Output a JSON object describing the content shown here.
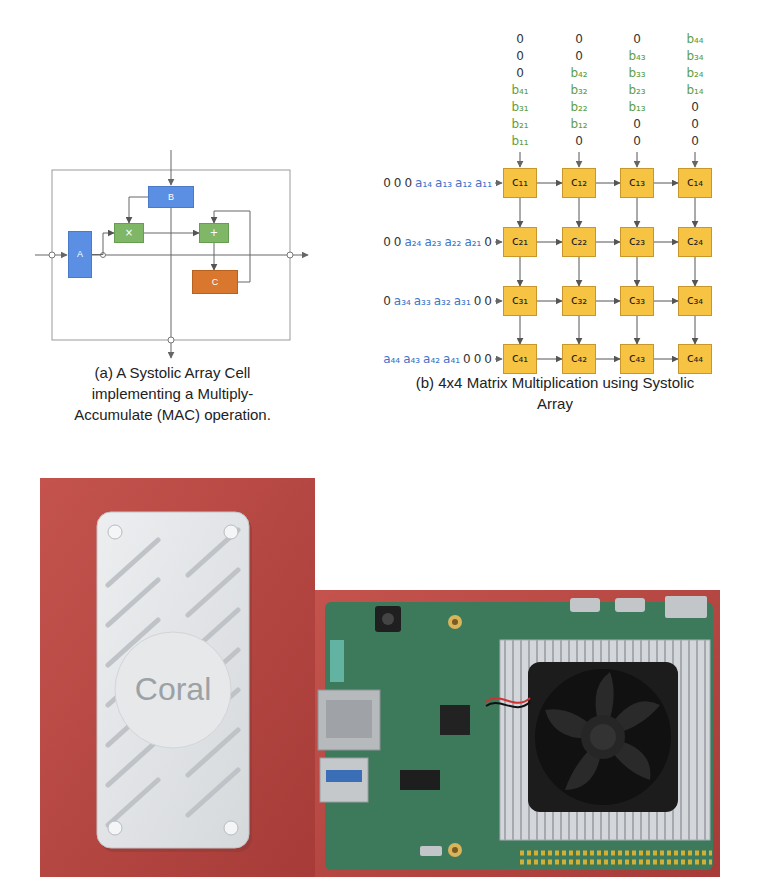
{
  "diagram": {
    "nodes": [
      {
        "text": [
          "A"
        ]
      },
      {
        "text": [
          "B"
        ]
      },
      {
        "text": [
          "×"
        ]
      },
      {
        "text": [
          "+"
        ]
      },
      {
        "text": [
          "C"
        ]
      },
      {
        "text": [
          "c₁₁"
        ]
      },
      {
        "text": [
          "c₁₂"
        ]
      },
      {
        "text": [
          "c₁₃"
        ]
      },
      {
        "text": [
          "c₁₄"
        ]
      },
      {
        "text": [
          "c₂₁"
        ]
      },
      {
        "text": [
          "c₂₂"
        ]
      },
      {
        "text": [
          "c₂₃"
        ]
      },
      {
        "text": [
          "c₂₄"
        ]
      },
      {
        "text": [
          "c₃₁"
        ]
      },
      {
        "text": [
          "c₃₂"
        ]
      },
      {
        "text": [
          "c₃₃"
        ]
      },
      {
        "text": [
          "c₃₄"
        ]
      },
      {
        "text": [
          "c₄₁"
        ]
      },
      {
        "text": [
          "c₄₂"
        ]
      },
      {
        "text": [
          "c₄₃"
        ]
      },
      {
        "text": [
          "c₄₄"
        ]
      }
    ],
    "edges": [
      {
        "from": 0,
        "to": 2,
        "arrow": "to"
      },
      {
        "from": 1,
        "to": 2,
        "arrow": "to"
      },
      {
        "from": 2,
        "to": 3,
        "arrow": "to"
      },
      {
        "from": 3,
        "to": 4,
        "arrow": "to"
      },
      {
        "from": 4,
        "to": 3,
        "arrow": "to"
      },
      {
        "from": 5,
        "to": 6,
        "arrow": "to"
      },
      {
        "from": 6,
        "to": 7,
        "arrow": "to"
      },
      {
        "from": 7,
        "to": 8,
        "arrow": "to"
      },
      {
        "from": 9,
        "to": 10,
        "arrow": "to"
      },
      {
        "from": 10,
        "to": 11,
        "arrow": "to"
      },
      {
        "from": 11,
        "to": 12,
        "arrow": "to"
      },
      {
        "from": 13,
        "to": 14,
        "arrow": "to"
      },
      {
        "from": 14,
        "to": 15,
        "arrow": "to"
      },
      {
        "from": 15,
        "to": 16,
        "arrow": "to"
      },
      {
        "from": 17,
        "to": 18,
        "arrow": "to"
      },
      {
        "from": 18,
        "to": 19,
        "arrow": "to"
      },
      {
        "from": 19,
        "to": 20,
        "arrow": "to"
      },
      {
        "from": 5,
        "to": 9,
        "arrow": "to"
      },
      {
        "from": 6,
        "to": 10,
        "arrow": "to"
      },
      {
        "from": 7,
        "to": 11,
        "arrow": "to"
      },
      {
        "from": 8,
        "to": 12,
        "arrow": "to"
      },
      {
        "from": 9,
        "to": 13,
        "arrow": "to"
      },
      {
        "from": 10,
        "to": 14,
        "arrow": "to"
      },
      {
        "from": 11,
        "to": 15,
        "arrow": "to"
      },
      {
        "from": 12,
        "to": 16,
        "arrow": "to"
      },
      {
        "from": 13,
        "to": 17,
        "arrow": "to"
      },
      {
        "from": 14,
        "to": 18,
        "arrow": "to"
      },
      {
        "from": 15,
        "to": 19,
        "arrow": "to"
      },
      {
        "from": 16,
        "to": 20,
        "arrow": "to"
      }
    ],
    "labels": [
      "0",
      "0",
      "0",
      "b₄₁",
      "b₃₁",
      "b₂₁",
      "b₁₁",
      "0",
      "0",
      "b₄₂",
      "b₃₂",
      "b₂₂",
      "b₁₂",
      "0",
      "0",
      "b₄₃",
      "b₃₃",
      "b₂₃",
      "b₁₃",
      "0",
      "0",
      "b₄₄",
      "b₃₄",
      "b₂₄",
      "b₁₄",
      "0",
      "0",
      "0",
      "0",
      "0",
      "0",
      "a₁₄",
      "a₁₃",
      "a₁₂",
      "a₁₁",
      "0",
      "0",
      "a₂₄",
      "a₂₃",
      "a₂₂",
      "a₂₁",
      "0",
      "0",
      "a₃₄",
      "a₃₃",
      "a₃₂",
      "a₃₁",
      "0",
      "0",
      "a₄₄",
      "a₄₃",
      "a₄₂",
      "a₄₁",
      "0",
      "0",
      "0",
      "(a) A Systolic Array Cell implementing a Multiply-Accumulate (MAC) operation.",
      "(b) 4x4 Matrix Multiplication using Systolic Array",
      "Coral"
    ]
  }
}
